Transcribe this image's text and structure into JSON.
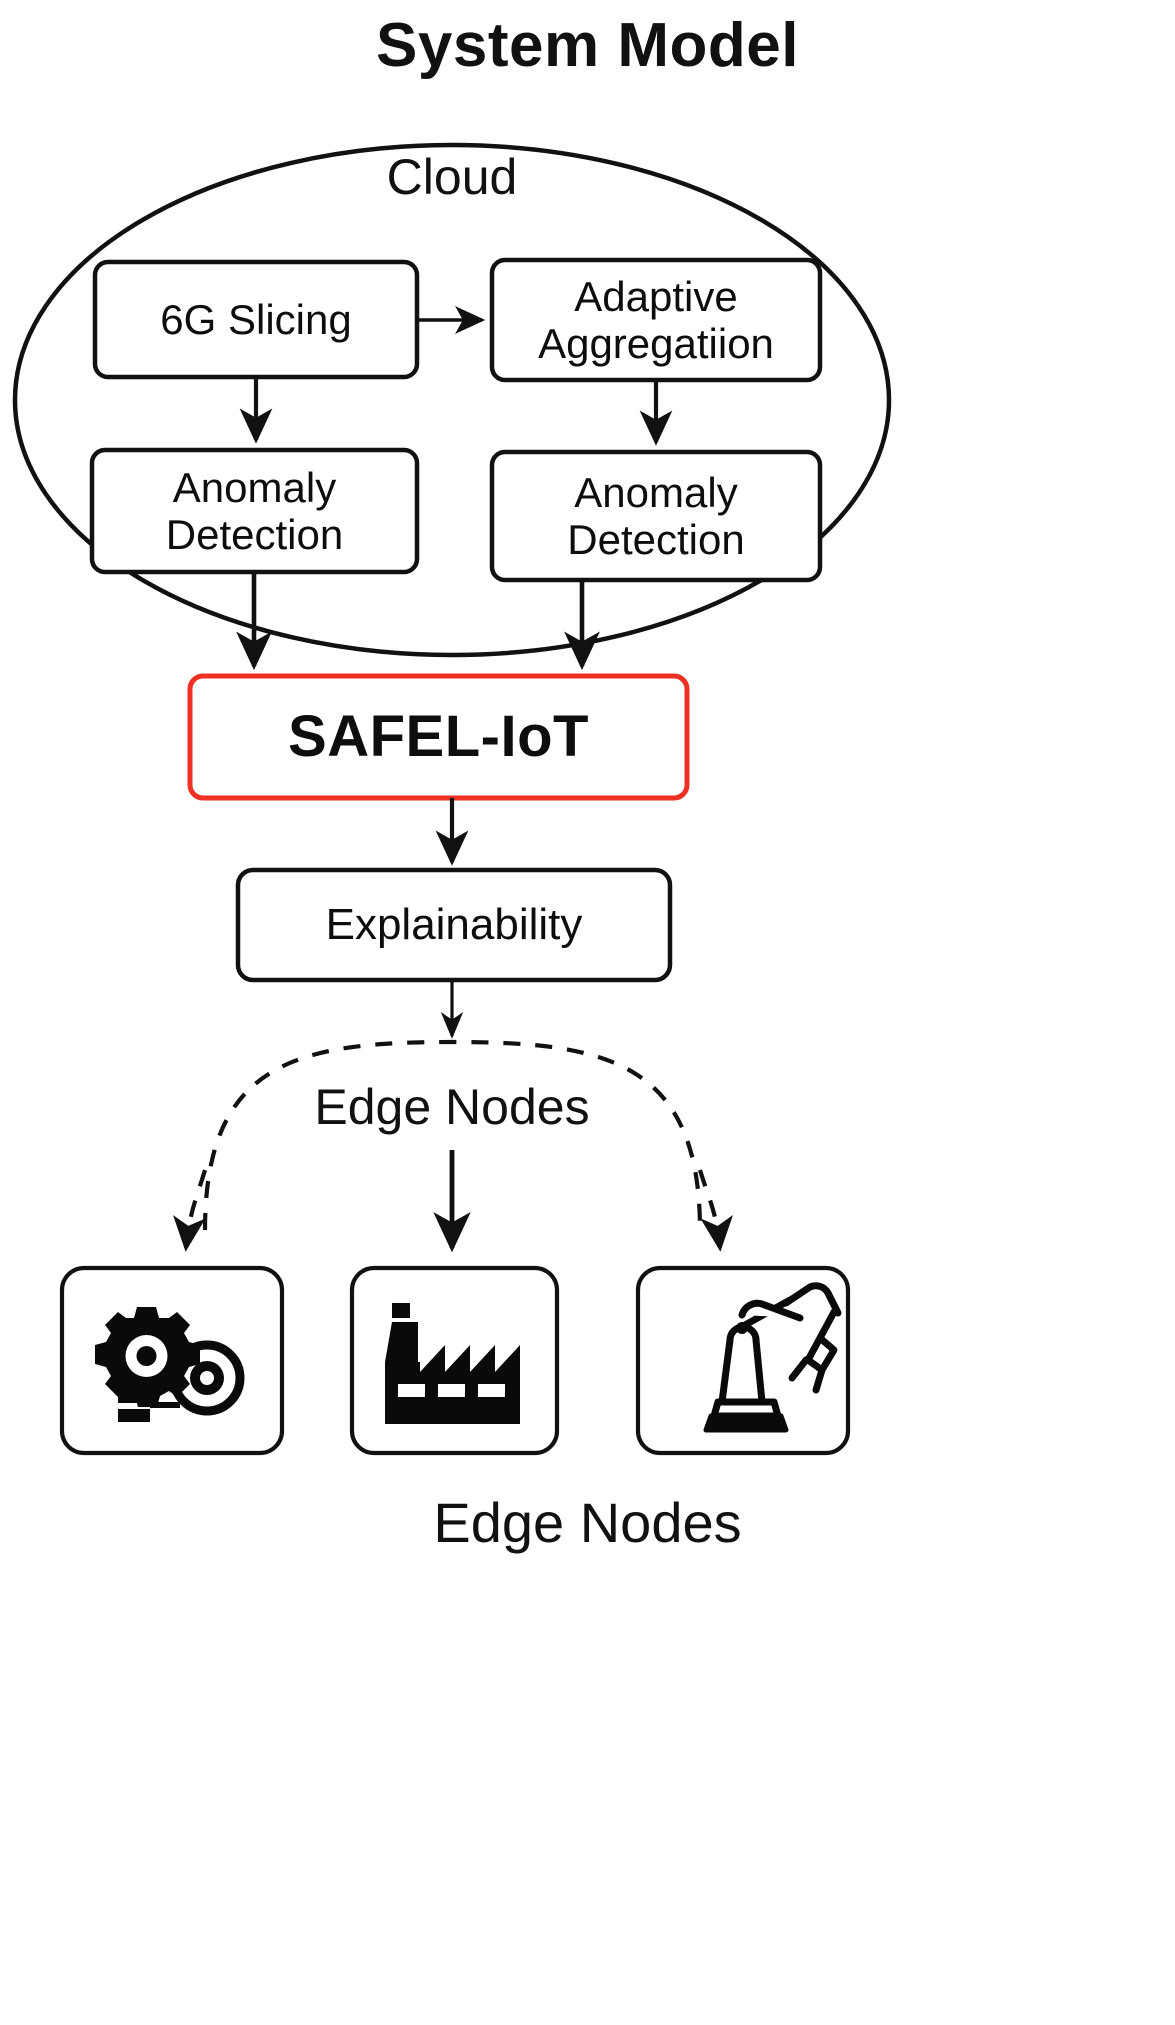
{
  "page": {
    "title": "System Model",
    "background_color": "#ffffff",
    "stroke_color": "#111111",
    "accent_color": "#ee3124",
    "text_color": "#111111"
  },
  "diagram": {
    "type": "flowchart",
    "title": "System Model",
    "cloud_region": {
      "label": "Cloud",
      "shape": "ellipse"
    },
    "nodes": [
      {
        "id": "slicing",
        "label": "6G Slicing",
        "shape": "rounded-rect",
        "border_color": "#111111",
        "emphasis": "normal"
      },
      {
        "id": "aggregation",
        "label": "Adaptive\nAggregatiion",
        "shape": "rounded-rect",
        "border_color": "#111111",
        "emphasis": "normal"
      },
      {
        "id": "anomaly_l",
        "label": "Anomaly\nDetection",
        "shape": "rounded-rect",
        "border_color": "#111111",
        "emphasis": "normal"
      },
      {
        "id": "anomaly_r",
        "label": "Anomaly\nDetection",
        "shape": "rounded-rect",
        "border_color": "#111111",
        "emphasis": "normal"
      },
      {
        "id": "safel",
        "label": "SAFEL-IoT",
        "shape": "rounded-rect",
        "border_color": "#ee3124",
        "emphasis": "bold"
      },
      {
        "id": "explain",
        "label": "Explainability",
        "shape": "rounded-rect",
        "border_color": "#111111",
        "emphasis": "normal"
      }
    ],
    "edges": [
      {
        "from": "slicing",
        "to": "aggregation",
        "style": "solid",
        "arrow": true
      },
      {
        "from": "slicing",
        "to": "anomaly_l",
        "style": "solid",
        "arrow": true
      },
      {
        "from": "aggregation",
        "to": "anomaly_r",
        "style": "solid",
        "arrow": true
      },
      {
        "from": "anomaly_l",
        "to": "safel",
        "style": "solid",
        "arrow": true
      },
      {
        "from": "anomaly_r",
        "to": "safel",
        "style": "solid",
        "arrow": true
      },
      {
        "from": "safel",
        "to": "explain",
        "style": "solid",
        "arrow": true
      },
      {
        "from": "explain",
        "to": "edge_group",
        "style": "solid",
        "arrow": true
      },
      {
        "from": "edge_group",
        "to": "node_left",
        "style": "dashed",
        "arrow": true
      },
      {
        "from": "edge_group",
        "to": "node_mid",
        "style": "solid",
        "arrow": true
      },
      {
        "from": "edge_group",
        "to": "node_right",
        "style": "dashed",
        "arrow": true
      }
    ],
    "edge_group": {
      "inner_label": "Edge Nodes",
      "caption": "Edge Nodes",
      "boundary_style": "dashed"
    },
    "edge_nodes": [
      {
        "id": "node_left",
        "icon": "gear-belt-machinery-icon"
      },
      {
        "id": "node_mid",
        "icon": "factory-icon"
      },
      {
        "id": "node_right",
        "icon": "robot-arm-icon"
      }
    ]
  }
}
